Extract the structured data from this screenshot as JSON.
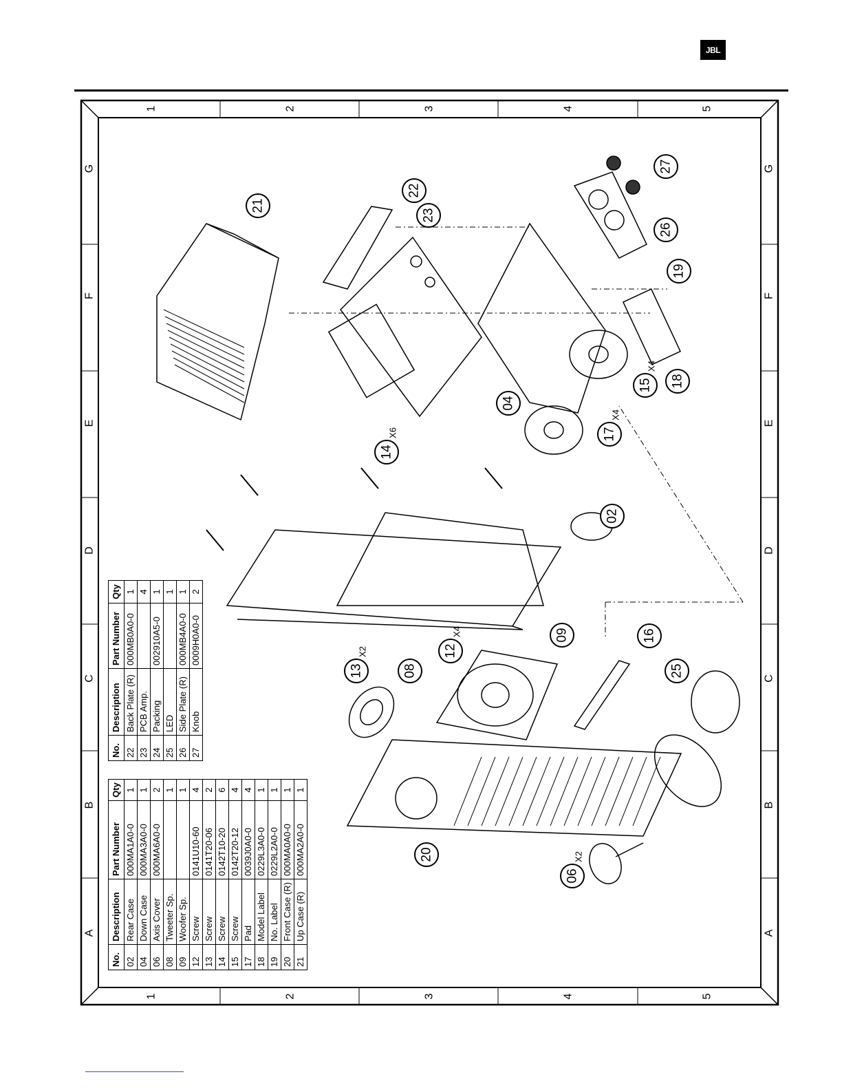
{
  "brand": {
    "logo_text": "JBL"
  },
  "frame": {
    "col_numbers": [
      "1",
      "2",
      "3",
      "4",
      "5"
    ],
    "row_letters": [
      "A",
      "B",
      "C",
      "D",
      "E",
      "F",
      "G"
    ]
  },
  "parts_table_1": {
    "headers": [
      "No.",
      "Description",
      "Part Number",
      "Qty"
    ],
    "rows": [
      [
        "02",
        "Rear Case",
        "000MA1A0-0",
        "1"
      ],
      [
        "04",
        "Down Case",
        "000MA3A0-0",
        "1"
      ],
      [
        "06",
        "Axis Cover",
        "000MA6A0-0",
        "2"
      ],
      [
        "08",
        "Tweeter Sp.",
        "",
        "1"
      ],
      [
        "09",
        "Woofer Sp.",
        "",
        "1"
      ],
      [
        "12",
        "Screw",
        "0141U10-60",
        "4"
      ],
      [
        "13",
        "Screw",
        "0141T20-06",
        "2"
      ],
      [
        "14",
        "Screw",
        "0142T10-20",
        "6"
      ],
      [
        "15",
        "Screw",
        "0142T20-12",
        "4"
      ],
      [
        "17",
        "Pad",
        "0039J0A0-0",
        "4"
      ],
      [
        "18",
        "Model Label",
        "0229L3A0-0",
        "1"
      ],
      [
        "19",
        "No. Label",
        "0229L2A0-0",
        "1"
      ],
      [
        "20",
        "Front Case (R)",
        "000MA0A0-0",
        "1"
      ],
      [
        "21",
        "Up Case (R)",
        "000MA2A0-0",
        "1"
      ]
    ]
  },
  "parts_table_2": {
    "headers": [
      "No.",
      "Description",
      "Part Number",
      "Qty"
    ],
    "rows": [
      [
        "22",
        "Back Plate (R)",
        "000MB0A0-0",
        "1"
      ],
      [
        "23",
        "PCB Amp.",
        "",
        "4"
      ],
      [
        "24",
        "Packing",
        "002910A5-0",
        "1"
      ],
      [
        "25",
        "LED",
        "",
        "1"
      ],
      [
        "26",
        "Side Plate (R)",
        "000MB4A0-0",
        "1"
      ],
      [
        "27",
        "Knob",
        "0009H0A0-0",
        "2"
      ]
    ]
  },
  "callouts": [
    {
      "label": "21"
    },
    {
      "label": "22"
    },
    {
      "label": "23"
    },
    {
      "label": "27"
    },
    {
      "label": "26"
    },
    {
      "label": "19"
    },
    {
      "label": "18"
    },
    {
      "label": "15",
      "qty": "X4"
    },
    {
      "label": "04"
    },
    {
      "label": "17",
      "qty": "X4"
    },
    {
      "label": "14",
      "qty": "X6"
    },
    {
      "label": "02"
    },
    {
      "label": "16"
    },
    {
      "label": "25"
    },
    {
      "label": "09"
    },
    {
      "label": "12",
      "qty": "X4"
    },
    {
      "label": "13",
      "qty": "X2"
    },
    {
      "label": "08"
    },
    {
      "label": "20"
    },
    {
      "label": "06",
      "qty": "X2"
    }
  ]
}
